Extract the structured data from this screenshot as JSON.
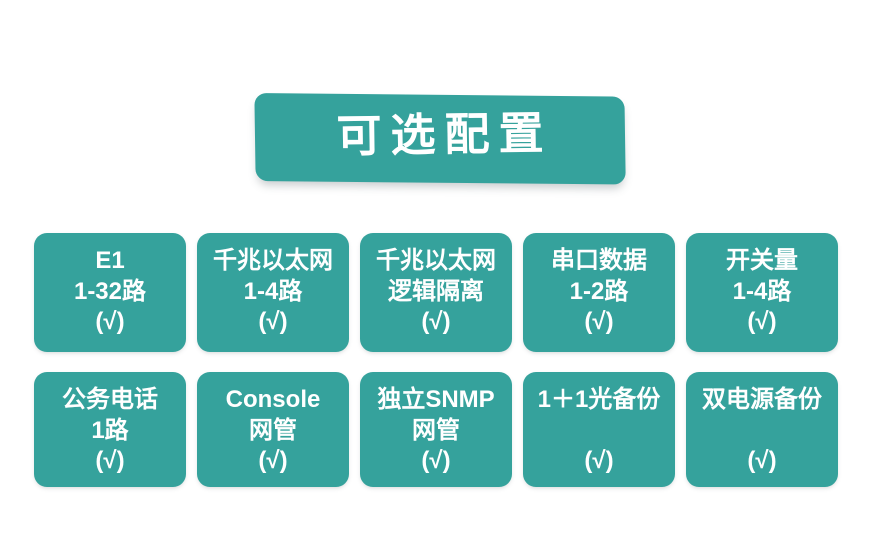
{
  "banner": {
    "title": "可选配置",
    "color": "#35a29c",
    "text_color": "#ffffff"
  },
  "theme": {
    "accent": "#35a29c",
    "background": "#ffffff",
    "card_text": "#ffffff"
  },
  "grid": {
    "rows": [
      {
        "cards": [
          {
            "line1": "E1",
            "line2": "1-32路",
            "mark": "(√)"
          },
          {
            "line1": "千兆以太网",
            "line2": "1-4路",
            "mark": "(√)"
          },
          {
            "line1": "千兆以太网",
            "line2": "逻辑隔离",
            "mark": "(√)"
          },
          {
            "line1": "串口数据",
            "line2": "1-2路",
            "mark": "(√)"
          },
          {
            "line1": "开关量",
            "line2": "1-4路",
            "mark": "(√)"
          }
        ]
      },
      {
        "cards": [
          {
            "line1": "公务电话",
            "line2": "1路",
            "mark": "(√)"
          },
          {
            "line1": "Console",
            "line2": "网管",
            "mark": "(√)"
          },
          {
            "line1": "独立SNMP",
            "line2": "网管",
            "mark": "(√)"
          },
          {
            "line1": "1＋1光备份",
            "line2": "",
            "mark": "(√)"
          },
          {
            "line1": "双电源备份",
            "line2": "",
            "mark": "(√)"
          }
        ]
      }
    ]
  }
}
